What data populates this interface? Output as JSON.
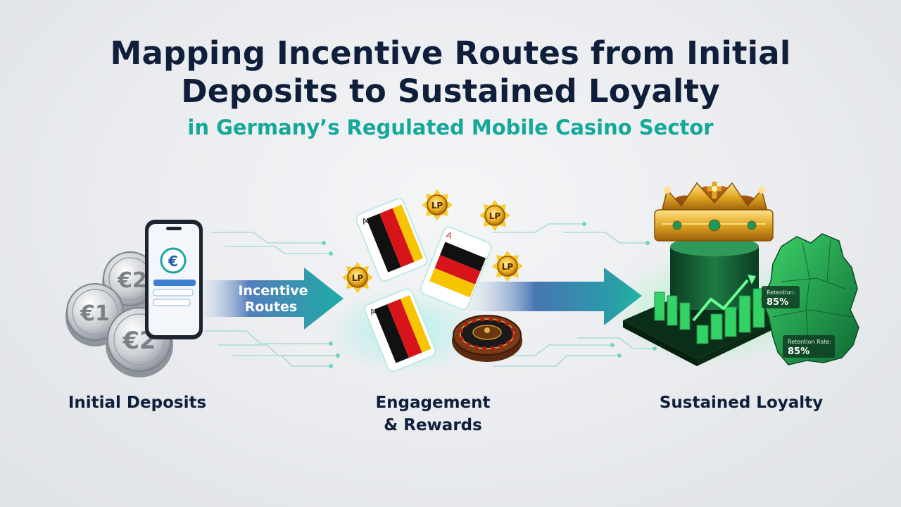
{
  "header": {
    "title_line1": "Mapping Incentive Routes from Initial",
    "title_line2": "Deposits to Sustained Loyalty",
    "subtitle": "in Germany’s Regulated Mobile Casino Sector"
  },
  "stages": {
    "initial": "Initial Deposits",
    "engagement_line1": "Engagement",
    "engagement_line2": "& Rewards",
    "loyalty": "Sustained Loyalty"
  },
  "arrow": {
    "line1": "Incentive",
    "line2": "Routes"
  },
  "coins": {
    "left": "€1",
    "top": "€2",
    "front": "€2"
  },
  "phone": {
    "currency_symbol": "€"
  },
  "tokens": {
    "lp": "LP"
  },
  "cards": {
    "rank": "A"
  },
  "map_stats": {
    "stat1_label": "Retention:",
    "stat1_value": "85%",
    "stat2_label": "Retention Rate:",
    "stat2_value": "85%"
  },
  "colors": {
    "navy": "#0f1e3a",
    "teal": "#14a89a",
    "green": "#2ecc55",
    "gold": "#e0a522"
  }
}
